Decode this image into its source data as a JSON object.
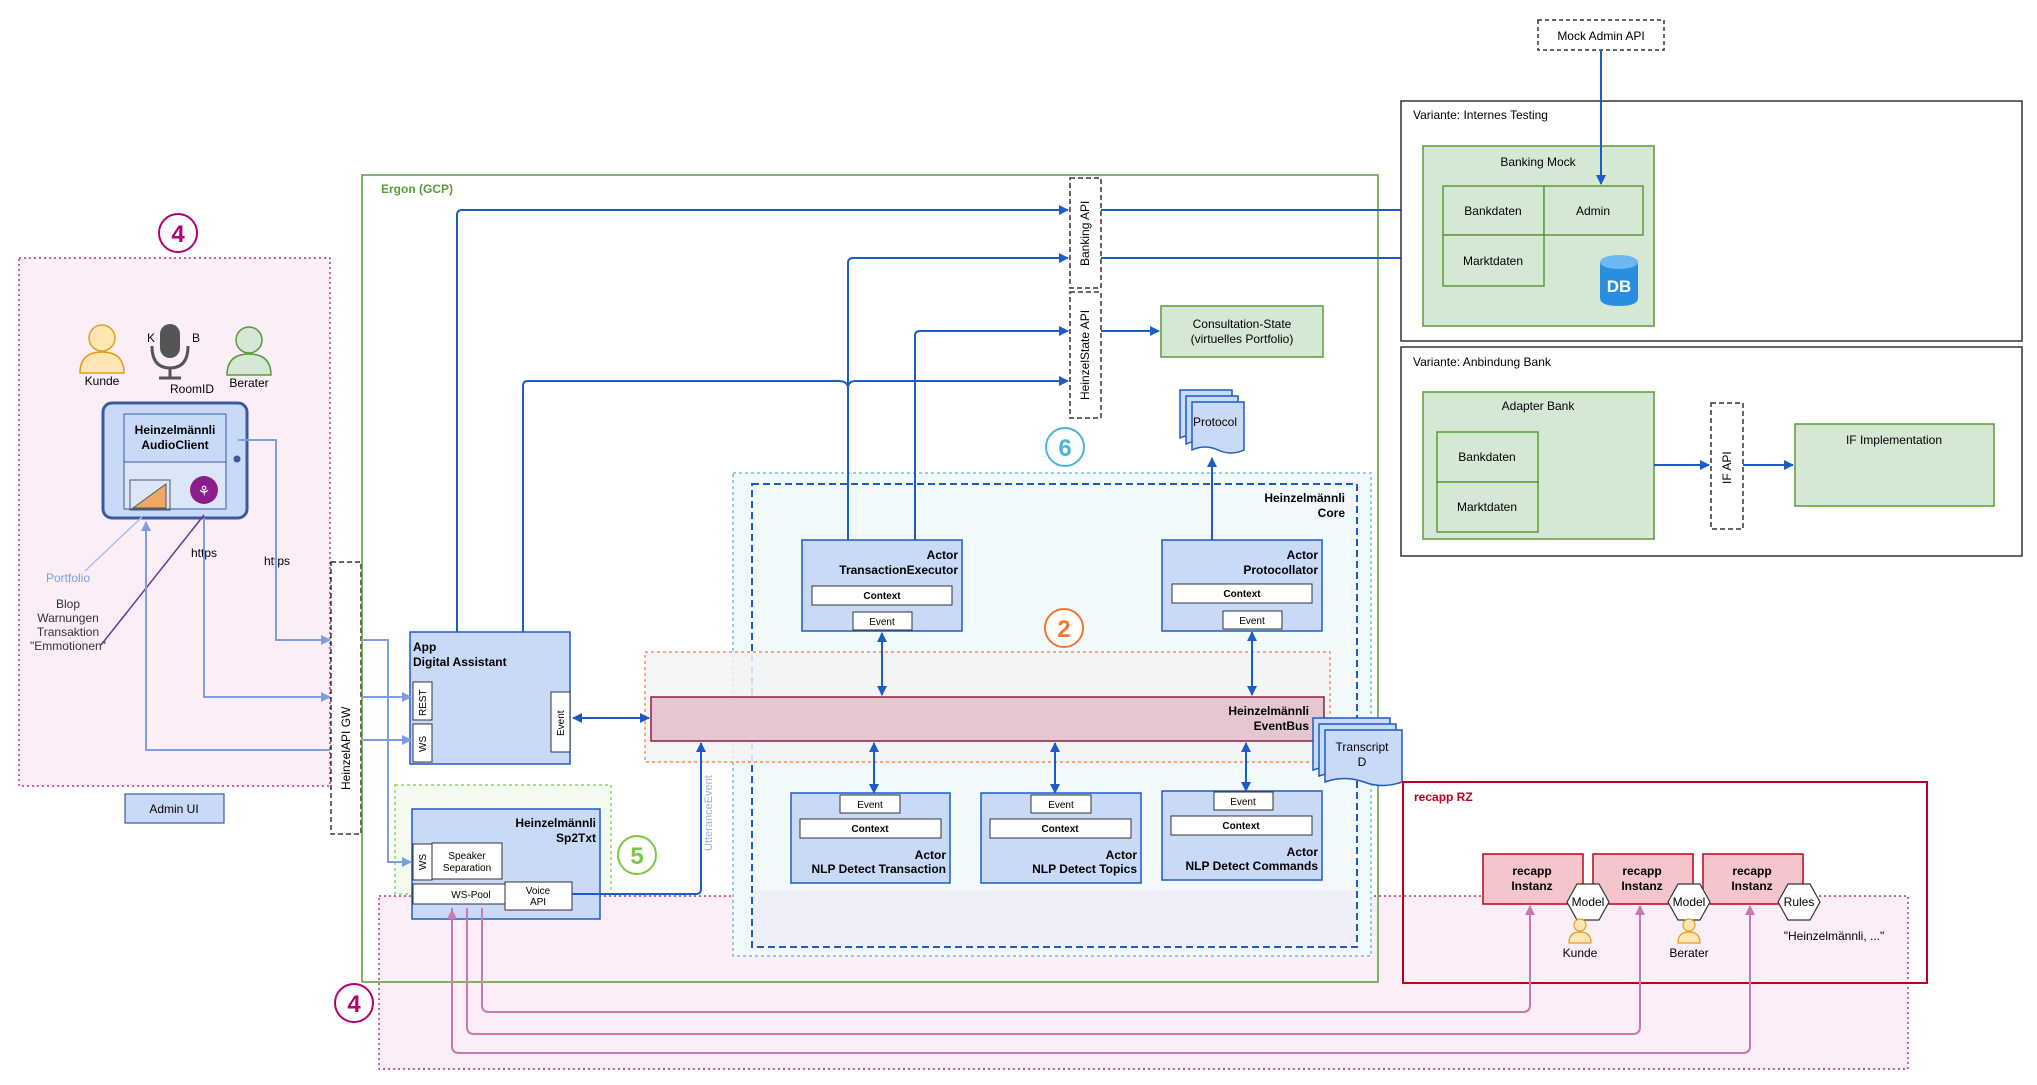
{
  "colors": {
    "blue_line": "#1f5bc4",
    "light_blue_line": "#7d9fe0",
    "pink_line": "#c879b0",
    "gcp_green": "#5a9a3a",
    "recapp_red": "#c0001a",
    "actor_fill": "#c9daf8",
    "green_fill": "#d5e8d4",
    "eventbus_fill": "#e6c6d0"
  },
  "left_panel": {
    "badge": "4",
    "kunde": "Kunde",
    "berater": "Berater",
    "mic_k": "K",
    "mic_b": "B",
    "room_id": "RoomID",
    "client_title_line1": "Heinzelmännli",
    "client_title_line2": "AudioClient",
    "portfolio": "Portfolio",
    "msg_lines": [
      "Blop",
      "Warnungen",
      "Transaktion",
      "\"Emmotionen\""
    ],
    "https_left": "https",
    "https_right": "https",
    "admin_ui": "Admin UI",
    "gateway": "HeinzelAPI GW"
  },
  "gcp": {
    "title": "Ergon (GCP)",
    "banking_api": "Banking API",
    "state_api": "HeinzelState API",
    "consultation_line1": "Consultation-State",
    "consultation_line2": "(virtuelles Portfolio)",
    "protocol": "Protocol",
    "badge6": "6",
    "badge2": "2",
    "badge5": "5",
    "core_line1": "Heinzelmännli",
    "core_line2": "Core",
    "app_line1": "App",
    "app_line2": "Digital Assistant",
    "rest": "REST",
    "ws": "WS",
    "event": "Event",
    "context": "Context",
    "actor_tx_line1": "Actor",
    "actor_tx_line2": "TransactionExecutor",
    "actor_prot_line1": "Actor",
    "actor_prot_line2": "Protocollator",
    "eventbus_line1": "Heinzelmännli",
    "eventbus_line2": "EventBus",
    "transcript_line1": "Transcript",
    "transcript_line2": "D",
    "nlp1_line1": "Actor",
    "nlp1_line2": "NLP Detect Transaction",
    "nlp2_line1": "Actor",
    "nlp2_line2": "NLP Detect Topics",
    "nlp3_line1": "Actor",
    "nlp3_line2": "NLP Detect Commands",
    "utterance": "UtteranceEvent",
    "sp2txt_line1": "Heinzelmännli",
    "sp2txt_line2": "Sp2Txt",
    "speaker_line1": "Speaker",
    "speaker_line2": "Separation",
    "ws_pool": "WS-Pool",
    "voice_line1": "Voice",
    "voice_line2": "API"
  },
  "bottom_badge": "4",
  "right": {
    "mock_admin_api": "Mock Admin API",
    "variant1": "Variante: Internes Testing",
    "banking_mock": "Banking Mock",
    "bankdaten": "Bankdaten",
    "admin": "Admin",
    "marktdaten": "Marktdaten",
    "db": "DB",
    "variant2": "Variante: Anbindung Bank",
    "adapter_bank": "Adapter Bank",
    "if_api": "IF API",
    "if_impl": "IF Implementation"
  },
  "recapp": {
    "title": "recapp RZ",
    "instance_line1": "recapp",
    "instance_line2": "Instanz",
    "model": "Model",
    "rules": "Rules",
    "kunde": "Kunde",
    "berater": "Berater",
    "quote": "\"Heinzelmännli, ...\""
  }
}
